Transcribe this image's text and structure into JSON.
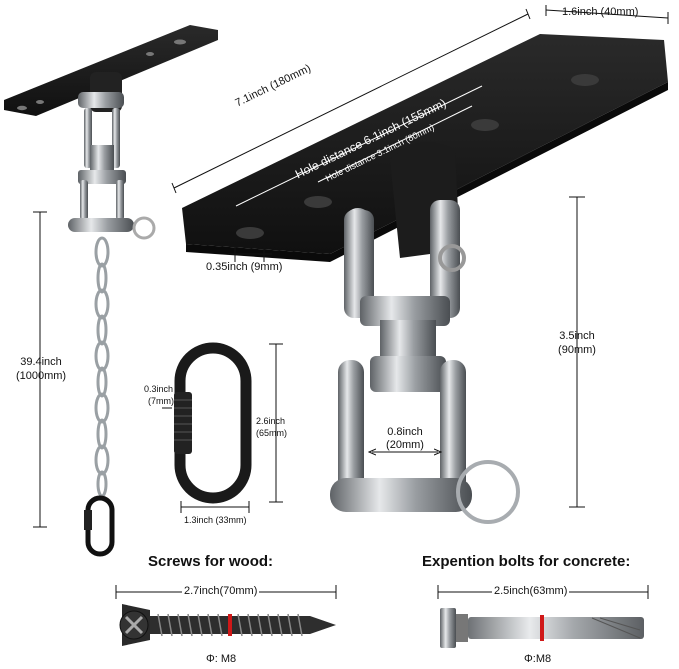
{
  "labels": {
    "plate_width": "1.6inch (40mm)",
    "plate_length": "7.1inch (180mm)",
    "hole_distance_outer": "Hole distance 6.1inch (155mm)",
    "hole_distance_inner": "Hole distance 3.1inch (80mm)",
    "hole_diameter": "0.35inch (9mm)",
    "swivel_height_1": "3.5inch",
    "swivel_height_2": "(90mm)",
    "shackle_width_1": "0.8inch",
    "shackle_width_2": "(20mm)",
    "chain_length_1": "39.4inch",
    "chain_length_2": "(1000mm)",
    "link_thickness_1": "0.3inch",
    "link_thickness_2": "(7mm)",
    "link_height_1": "2.6inch",
    "link_height_2": "(65mm)",
    "link_width": "1.3inch (33mm)",
    "screw_length": "2.7inch(70mm)",
    "screw_dia": "Φ: M8",
    "bolt_length": "2.5inch(63mm)",
    "bolt_dia": "Φ:M8"
  },
  "headings": {
    "wood": "Screws for wood:",
    "concrete": "Expention bolts for concrete:"
  },
  "colors": {
    "plate": "#1c1c1c",
    "steel": "#b8bcc0",
    "steel_dark": "#6e7276",
    "red_mark": "#d01818"
  }
}
